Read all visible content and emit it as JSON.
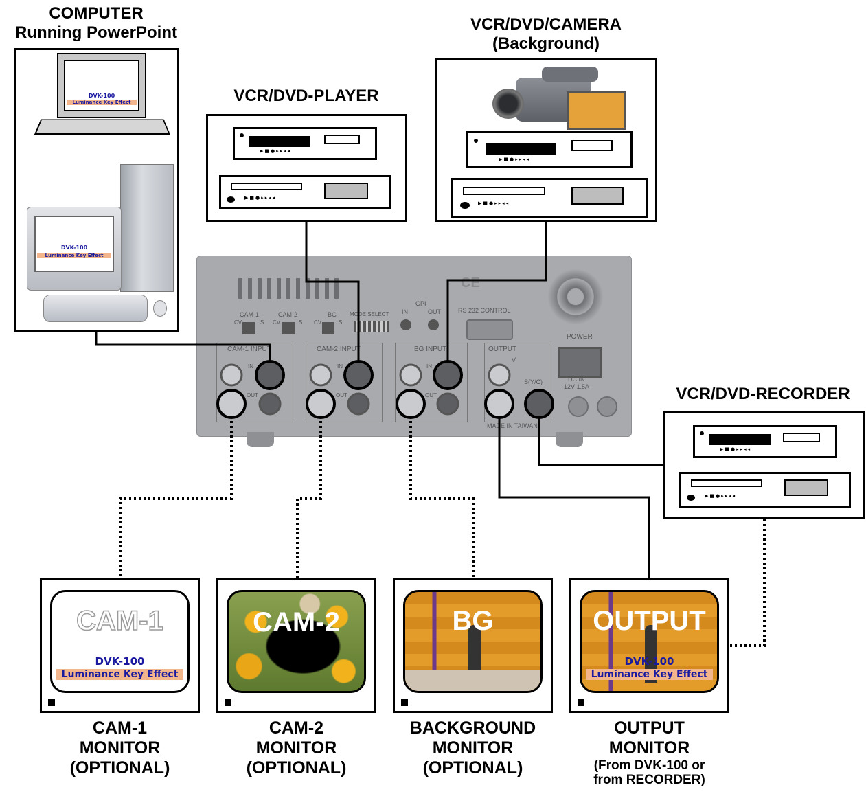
{
  "labels": {
    "computer_line1": "COMPUTER",
    "computer_line2": "Running PowerPoint",
    "player": "VCR/DVD-PLAYER",
    "camera_line1": "VCR/DVD/CAMERA",
    "camera_line2": "(Background)",
    "recorder": "VCR/DVD-RECORDER"
  },
  "computer_screen": {
    "title": "DVK-100",
    "subtitle": "Luminance Key Effect"
  },
  "device_panel": {
    "inputs": [
      "CAM-1 INPUT",
      "CAM-2 INPUT",
      "BG INPUT"
    ],
    "output": "OUTPUT",
    "switches": [
      "CAM-1",
      "CAM-2",
      "BG"
    ],
    "switch_cv": "CV",
    "switch_s": "S",
    "mode_select": "MODE SELECT",
    "gpi": "GPI",
    "gpi_in": "IN",
    "gpi_out": "OUT",
    "rs232": "RS 232 CONTROL",
    "power": "POWER",
    "dc_in": "DC IN",
    "dc_spec": "12V 1.5A",
    "made_in": "MADE IN TAIWAN",
    "port_in": "IN",
    "port_out": "OUT",
    "port_v": "V",
    "port_s": "S(Y/C)",
    "ce": "CE"
  },
  "monitors": [
    {
      "screen_text": "CAM-1",
      "overlay_title": "DVK-100",
      "overlay_sub": "Luminance Key Effect",
      "caption": [
        "CAM-1",
        "MONITOR",
        "(OPTIONAL)"
      ]
    },
    {
      "screen_text": "CAM-2",
      "caption": [
        "CAM-2",
        "MONITOR",
        "(OPTIONAL)"
      ]
    },
    {
      "screen_text": "BG",
      "caption": [
        "BACKGROUND",
        "MONITOR",
        "(OPTIONAL)"
      ]
    },
    {
      "screen_text": "OUTPUT",
      "overlay_title": "DVK-100",
      "overlay_sub": "Luminance Key Effect",
      "caption": [
        "OUTPUT",
        "MONITOR"
      ],
      "caption_small": [
        "(From DVK-100 or",
        "from RECORDER)"
      ]
    }
  ],
  "colors": {
    "panel": "#a8aaae",
    "overlay_band": "#f3b58c",
    "overlay_text": "#1a1aa0",
    "bg_scene": "#e39b2a"
  }
}
